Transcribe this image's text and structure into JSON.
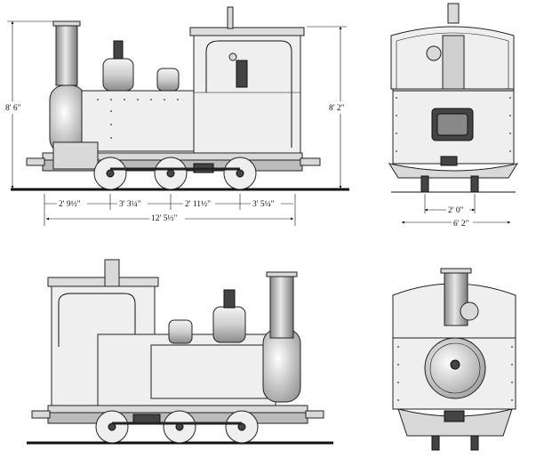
{
  "dimensions": {
    "overall_height": "8' 6\"",
    "cab_height": "8' 2\"",
    "seg1": "2' 9½\"",
    "seg2": "3' 3¼\"",
    "seg3": "2' 11½\"",
    "seg4": "3' 5¼\"",
    "overall_length": "12' 5½\"",
    "gauge": "2' 0\"",
    "overall_width": "6' 2\""
  },
  "colors": {
    "ground": "#111111",
    "body": "#efefef",
    "metal": "#d9d9d9",
    "dark": "#444444"
  }
}
